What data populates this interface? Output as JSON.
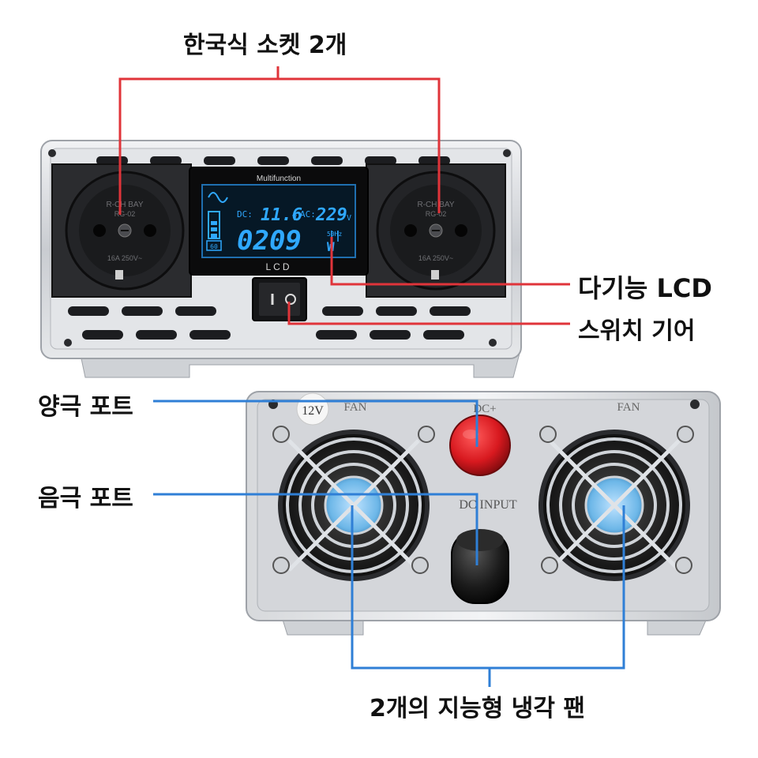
{
  "labels": {
    "sockets": "한국식 소켓 2개",
    "lcd": "다기능 LCD",
    "switch": "스위치 기어",
    "positive": "양극 포트",
    "negative": "음극 포트",
    "fans": "2개의 지능형 냉각 팬"
  },
  "front": {
    "lcd_header": "Multifunction",
    "lcd_footer": "LCD",
    "dc_label": "DC:",
    "dc_value": "11.6",
    "dc_unit": "V",
    "ac_label": "AC:",
    "ac_value": "229",
    "ac_unit": "V",
    "power_value": "0209",
    "freq": "50Hz",
    "power_unit": "W",
    "battery_level": "60",
    "socket_brand": "R-CH BAY",
    "socket_model": "RG-02",
    "socket_rating": "16A 250V~"
  },
  "back": {
    "voltage_badge": "12V",
    "fan_left": "FAN",
    "fan_right": "FAN",
    "dc_plus": "DC+",
    "dc_input": "DC INPUT"
  },
  "colors": {
    "red_line": "#e0343a",
    "blue_line": "#2f7fd6",
    "lcd_blue": "#2fa8ff",
    "terminal_red": "#d8191f"
  }
}
